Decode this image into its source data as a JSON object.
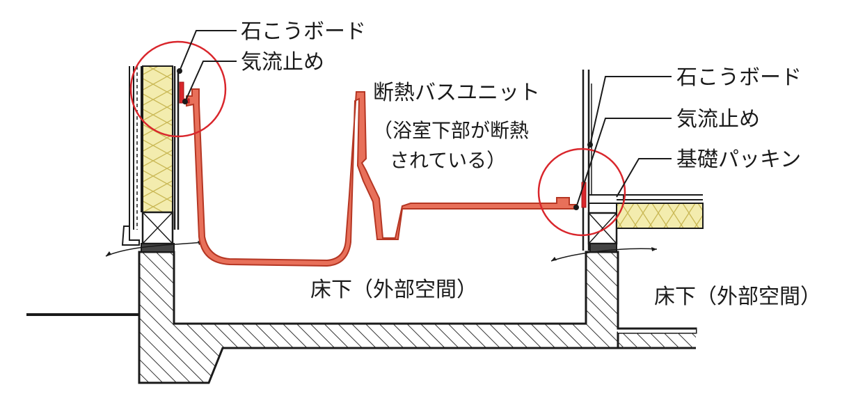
{
  "labels": {
    "left_gypsum_board": "石こうボード",
    "left_air_barrier": "気流止め",
    "bath_unit": "断熱バスユニット",
    "bath_note_line1": "（浴室下部が断熱",
    "bath_note_line2": "されている）",
    "right_gypsum_board": "石こうボード",
    "right_air_barrier": "気流止め",
    "foundation_packing": "基礎パッキン",
    "underfloor_center": "床下（外部空間）",
    "underfloor_right": "床下（外部空間）"
  },
  "colors": {
    "line": "#1a1a1a",
    "bath_fill": "#e8705a",
    "bath_stroke": "#c0392b",
    "highlight_circle": "#d9262c",
    "insulation_fill": "#f3ecae",
    "insulation_stroke": "#c9b855",
    "hatch": "#333333"
  }
}
